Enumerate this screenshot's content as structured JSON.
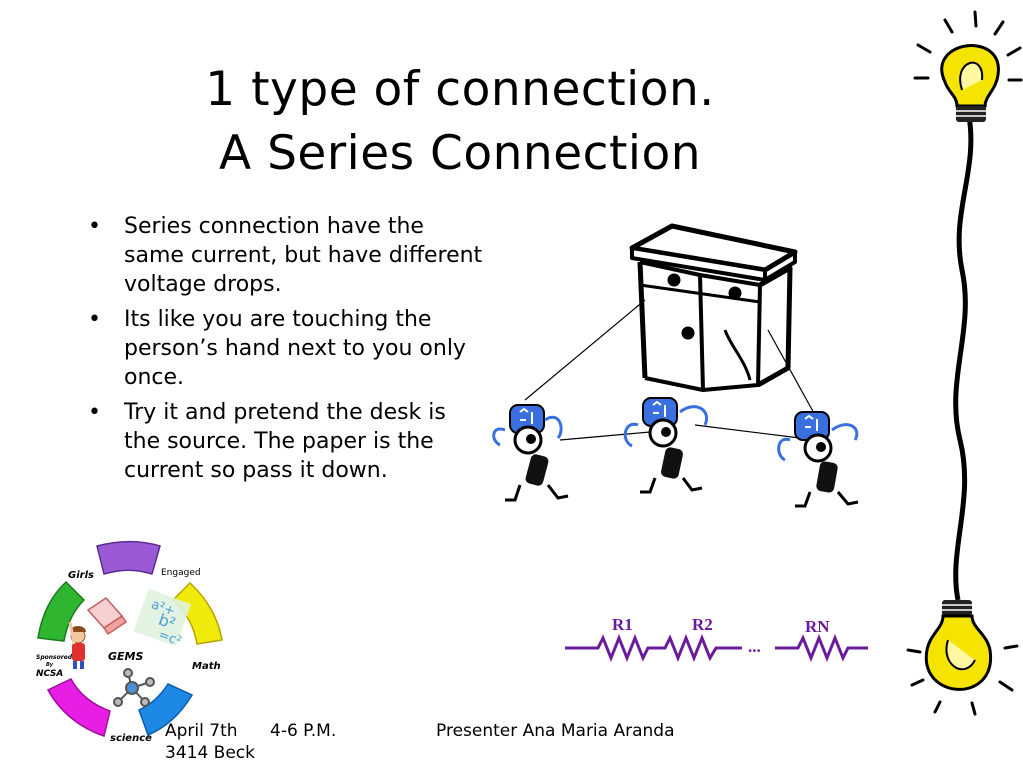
{
  "slide": {
    "title_line1": "1 type of connection.",
    "title_line2": "A Series Connection",
    "bullets": [
      "Series connection have the same current, but have different voltage drops.",
      "Its like you are touching the person’s hand next to you only once.",
      "Try it and pretend the desk is the source. The paper is the current so pass it down."
    ]
  },
  "resistors": {
    "r1": "R1",
    "r2": "R2",
    "rn": "RN",
    "dots": "..."
  },
  "logo": {
    "girls": "Girls",
    "engaged": "Engaged",
    "math": "Math",
    "science": "science",
    "gems": "GEMS",
    "sponsored": "Sponsored",
    "by": "By",
    "ncsa": "NCSA"
  },
  "footer": {
    "date": "April 7th",
    "time": "4-6 P.M.",
    "presenter": "Presenter Ana Maria Aranda",
    "room": "3414 Beck"
  },
  "colors": {
    "resistor": "#6a1b9a",
    "bulb": "#f5e400",
    "logo_purple": "#9b59d6",
    "logo_yellow": "#f0ea0a",
    "logo_blue": "#1e88e5",
    "logo_magenta": "#e91ee5",
    "logo_green": "#2fb52f",
    "figure_blue": "#3a6fe0"
  }
}
